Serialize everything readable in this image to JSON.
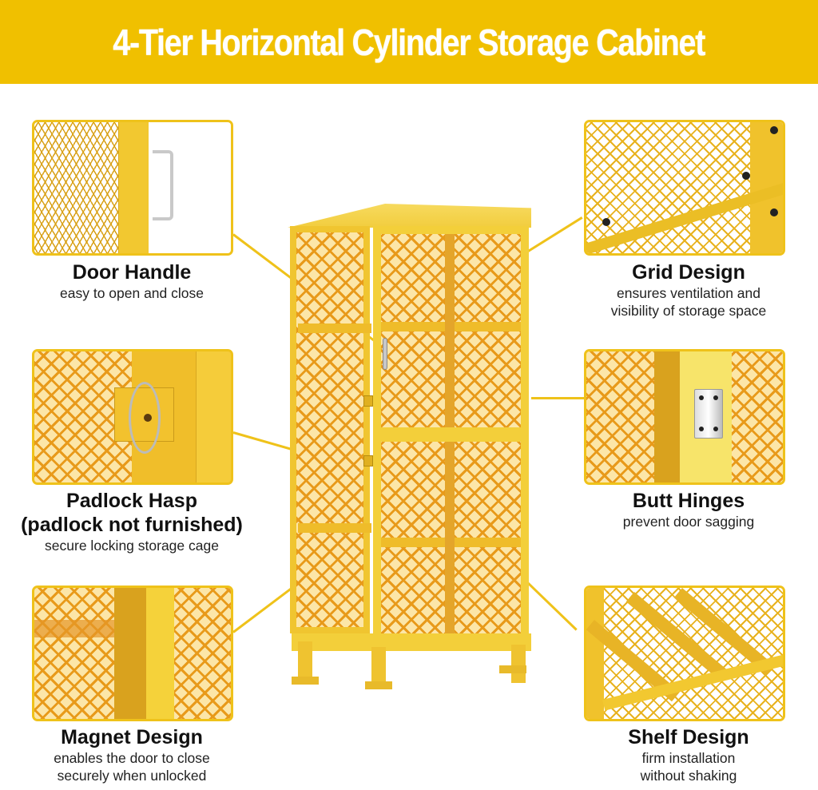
{
  "banner": {
    "title": "4-Tier Horizontal Cylinder Storage Cabinet",
    "background_color": "#F0C000",
    "text_color": "#FFFFFF"
  },
  "accent_color": "#EFC21A",
  "features": [
    {
      "id": "door-handle",
      "title": "Door Handle",
      "description": [
        "easy to open and close"
      ],
      "position": "left-top"
    },
    {
      "id": "grid-design",
      "title": "Grid Design",
      "description": [
        "ensures ventilation and",
        "visibility of storage space"
      ],
      "position": "right-top"
    },
    {
      "id": "padlock-hasp",
      "title": "Padlock Hasp",
      "subtitle": "(padlock not furnished)",
      "description": [
        "secure locking storage cage"
      ],
      "position": "left-middle"
    },
    {
      "id": "butt-hinges",
      "title": "Butt Hinges",
      "description": [
        "prevent door sagging"
      ],
      "position": "right-middle"
    },
    {
      "id": "magnet-design",
      "title": "Magnet Design",
      "description": [
        "enables the door to close",
        "securely when unlocked"
      ],
      "position": "left-bottom"
    },
    {
      "id": "shelf-design",
      "title": "Shelf Design",
      "description": [
        "firm installation",
        "without shaking"
      ],
      "position": "right-bottom"
    }
  ],
  "product": {
    "name": "cylinder storage cabinet",
    "color": "#F3CF3A",
    "tiers": 4
  }
}
